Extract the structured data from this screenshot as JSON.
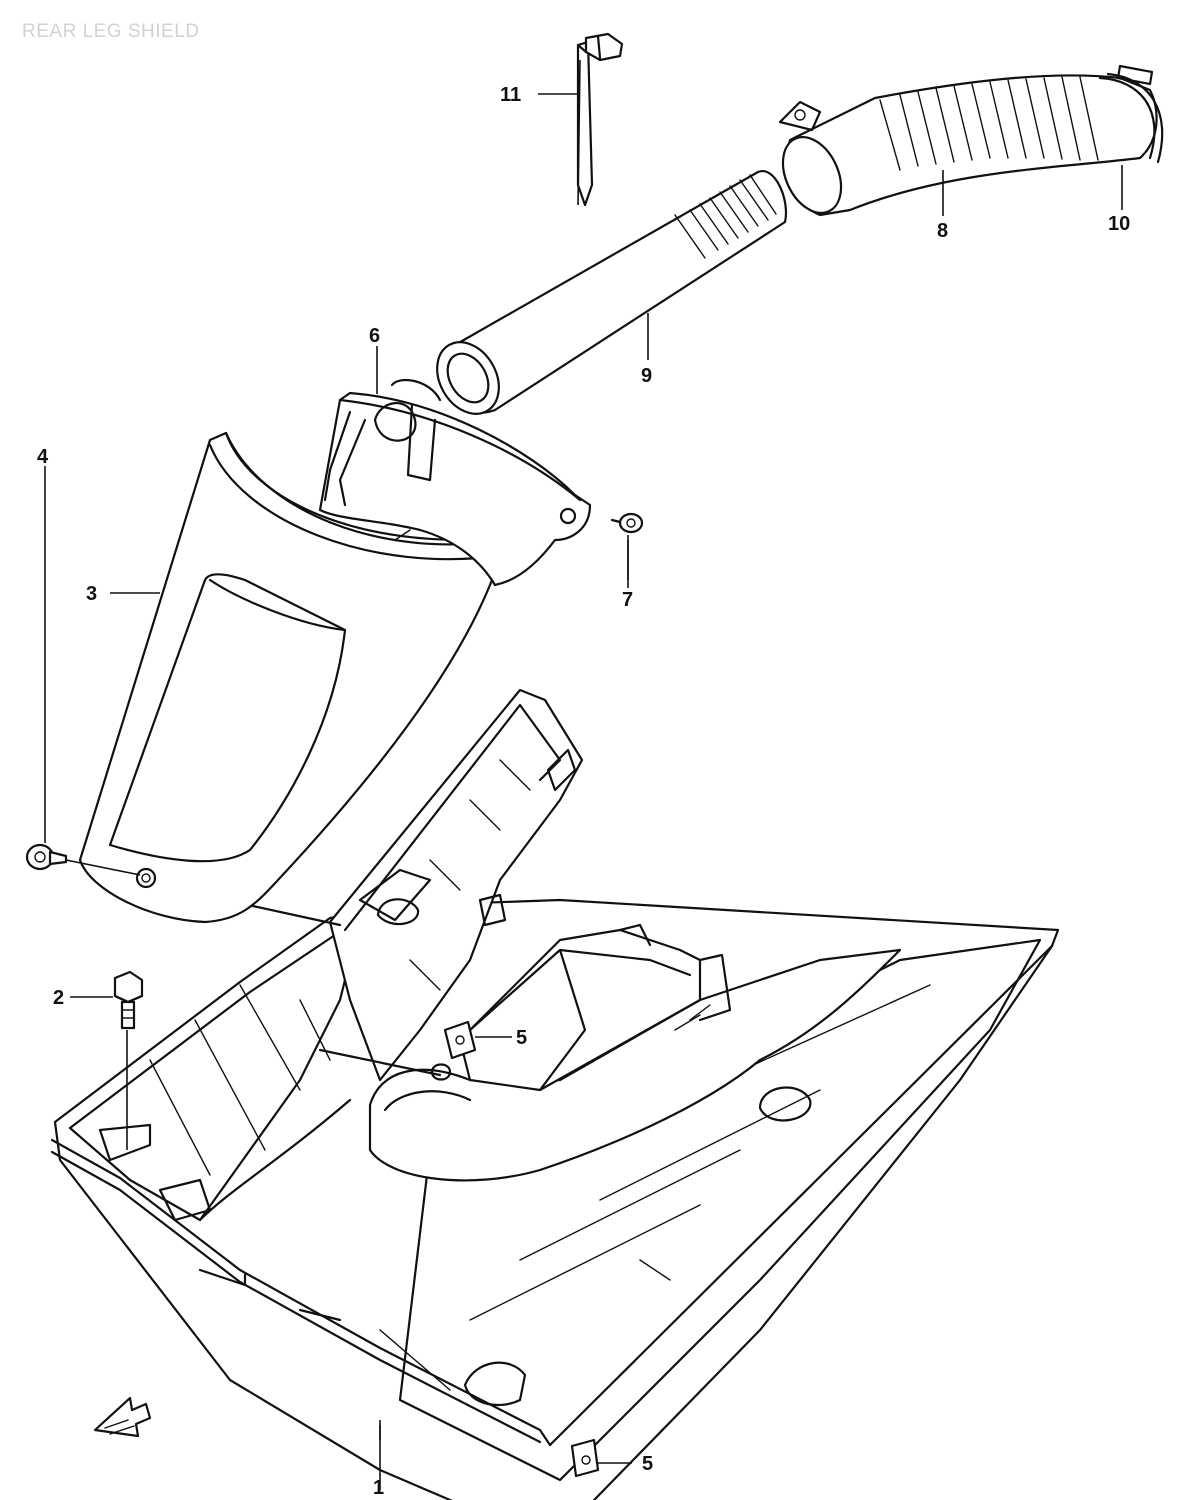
{
  "title": "REAR LEG SHIELD",
  "callouts": [
    {
      "id": "c1",
      "number": "1"
    },
    {
      "id": "c2",
      "number": "2"
    },
    {
      "id": "c3",
      "number": "3"
    },
    {
      "id": "c4",
      "number": "4"
    },
    {
      "id": "c5a",
      "number": "5"
    },
    {
      "id": "c5b",
      "number": "5"
    },
    {
      "id": "c6",
      "number": "6"
    },
    {
      "id": "c7",
      "number": "7"
    },
    {
      "id": "c8",
      "number": "8"
    },
    {
      "id": "c9",
      "number": "9"
    },
    {
      "id": "c10",
      "number": "10"
    },
    {
      "id": "c11",
      "number": "11"
    }
  ],
  "icons": {
    "front_arrow": "front-direction-arrow-icon"
  }
}
